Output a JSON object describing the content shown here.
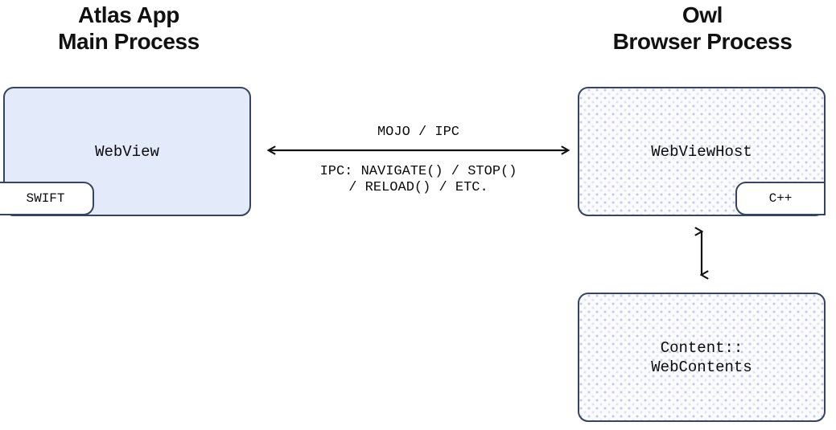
{
  "diagram": {
    "columns": {
      "left": {
        "title": "Atlas App\nMain Process"
      },
      "right": {
        "title": "Owl\nBrowser Process"
      }
    },
    "nodes": {
      "webview": {
        "label": "WebView",
        "tag": "SWIFT",
        "fill_color": "#e3eaf9",
        "border_color": "#37445f"
      },
      "webviewhost": {
        "label": "WebViewHost",
        "tag": "C++",
        "fill_color": "#fbfbfd",
        "border_color": "#37445f"
      },
      "webcontents": {
        "label": "Content::\nWebContents",
        "fill_color": "#fbfbfd",
        "border_color": "#37445f"
      }
    },
    "connectors": {
      "horizontal": {
        "label_above": "MOJO / IPC",
        "label_below": "IPC: NAVIGATE() / STOP()\n/ RELOAD() / ETC.",
        "direction": "bidirectional"
      },
      "vertical": {
        "direction": "bidirectional"
      }
    }
  }
}
